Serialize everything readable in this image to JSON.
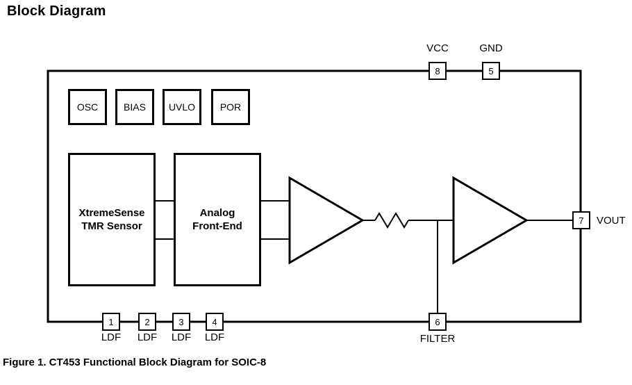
{
  "page": {
    "title": "Block Diagram",
    "caption": "Figure 1. CT453 Functional Block Diagram for SOIC-8",
    "colors": {
      "line": "#000000",
      "background": "#ffffff",
      "text": "#000000"
    }
  },
  "diagram": {
    "control_blocks": [
      {
        "label": "OSC"
      },
      {
        "label": "BIAS"
      },
      {
        "label": "UVLO"
      },
      {
        "label": "POR"
      }
    ],
    "sensor_block": {
      "label_line1": "XtremeSense",
      "label_line2": "TMR Sensor"
    },
    "afe_block": {
      "label_line1": "Analog",
      "label_line2": "Front-End"
    },
    "symbols": [
      {
        "name": "amplifier-symbol-1",
        "type": "triangle-amplifier"
      },
      {
        "name": "amplifier-symbol-2",
        "type": "triangle-amplifier"
      },
      {
        "name": "resistor-symbol",
        "type": "zigzag-resistor"
      }
    ],
    "pins": {
      "top": [
        {
          "number": "8",
          "label": "VCC"
        },
        {
          "number": "5",
          "label": "GND"
        }
      ],
      "right": [
        {
          "number": "7",
          "label": "VOUT"
        }
      ],
      "bottom": [
        {
          "number": "1",
          "label": "LDF"
        },
        {
          "number": "2",
          "label": "LDF"
        },
        {
          "number": "3",
          "label": "LDF"
        },
        {
          "number": "4",
          "label": "LDF"
        },
        {
          "number": "6",
          "label": "FILTER"
        }
      ]
    }
  }
}
